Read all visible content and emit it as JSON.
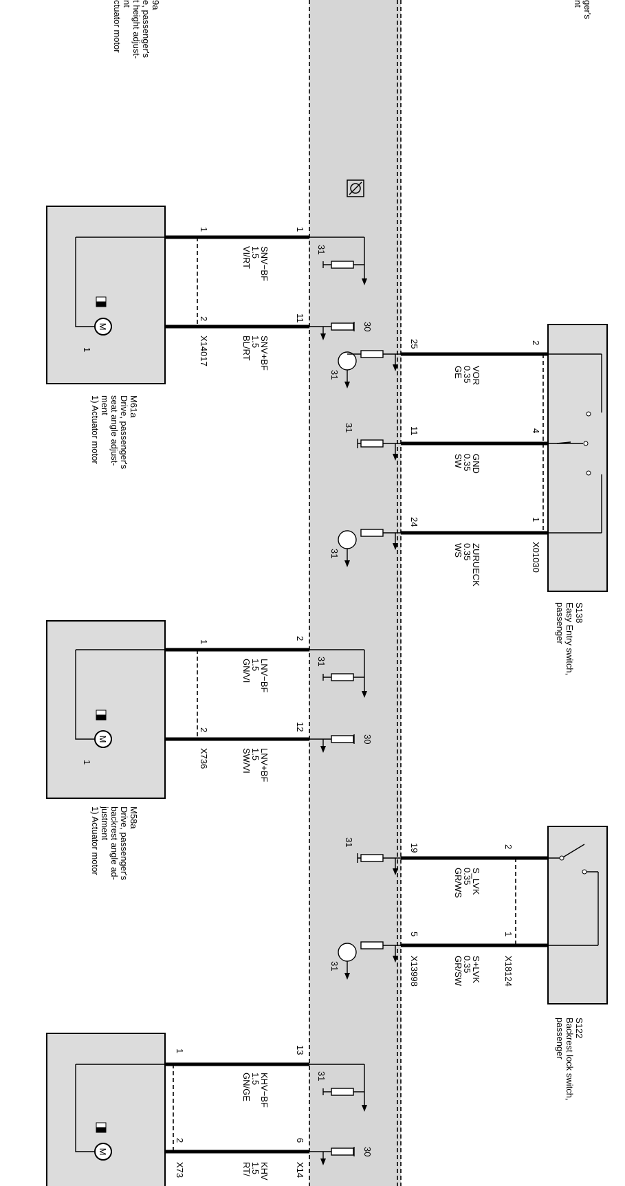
{
  "component_top": {
    "text_lines": [
      "9a",
      "e, passenger's",
      "t height adjust-",
      "nt",
      "ctuator motor"
    ]
  },
  "component_top_right": {
    "text_lines": [
      "ger's",
      "nt"
    ]
  },
  "m61a": {
    "lines": [
      "M61a",
      "Drive, passenger's",
      "seat angle adjust-",
      "ment",
      "1) Actuator motor"
    ],
    "connector": "X14017",
    "motor_pin_label": "1"
  },
  "m58a": {
    "lines": [
      "M58a",
      "Drive, passenger's",
      "backrest angle ad-",
      "justment",
      "1) Actuator motor"
    ],
    "connector": "X736",
    "motor_pin_label": "1"
  },
  "s138": {
    "lines": [
      "S138",
      "Easy Entry switch,",
      "passenger"
    ],
    "connector": "X01030"
  },
  "s122": {
    "lines": [
      "S122",
      "Backrest lock switch,",
      "passenger"
    ],
    "connector": "X18124"
  },
  "module_connector": "X13998",
  "m3_connectors": [
    "X73",
    "X14"
  ],
  "wires": {
    "snv_minus": {
      "left_pin": "1",
      "right_pin": "1",
      "name": "SNV−BF",
      "size": "1.5",
      "color": "VI/RT"
    },
    "snv_plus": {
      "left_pin": "2",
      "right_pin": "11",
      "name": "SNV+BF",
      "size": "1.5",
      "color": "BL/RT"
    },
    "lnv_minus": {
      "left_pin": "1",
      "right_pin": "2",
      "name": "LNV−BF",
      "size": "1.5",
      "color": "GN/VI"
    },
    "lnv_plus": {
      "left_pin": "2",
      "right_pin": "12",
      "name": "LNV+BF",
      "size": "1.5",
      "color": "SW/VI"
    },
    "khv_minus": {
      "left_pin": "1",
      "right_pin": "13",
      "name": "KHV−BF",
      "size": "1.5",
      "color": "GN/GE"
    },
    "khv_plus": {
      "left_pin": "2",
      "right_pin": "6",
      "name": "KHV",
      "size": "1.5",
      "color": "RT/"
    },
    "vor": {
      "left_pin": "25",
      "right_pin": "2",
      "name": "VOR",
      "size": "0.35",
      "color": "GE"
    },
    "gnd": {
      "left_pin": "11",
      "right_pin": "4",
      "name": "GND",
      "size": "0.35",
      "color": "SW"
    },
    "zurueck": {
      "left_pin": "24",
      "right_pin": "1",
      "name": "ZURUECK",
      "size": "0.35",
      "color": "WS"
    },
    "s_lvk": {
      "left_pin": "19",
      "right_pin": "2",
      "name": "S_LVK",
      "size": "0.35",
      "color": "GR/WS"
    },
    "s_plus_lvk": {
      "left_pin": "5",
      "right_pin": "1",
      "name": "S+LVK",
      "size": "0.35",
      "color": "GR/SW"
    }
  },
  "terminal_labels": {
    "t30": "30",
    "t31": "31"
  },
  "motor_symbol": "M"
}
